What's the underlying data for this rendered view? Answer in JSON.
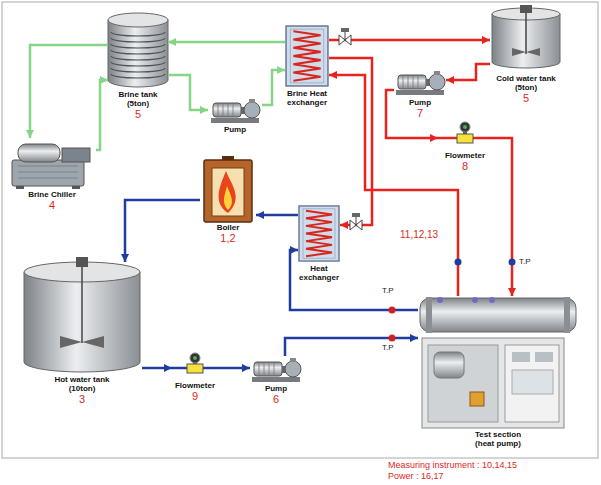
{
  "diagram": {
    "nodes": [
      {
        "text": [
          "Brine tank (5ton)",
          "5"
        ]
      },
      {
        "text": [
          "Brine Chiller",
          "4"
        ]
      },
      {
        "text": [
          "Pump"
        ]
      },
      {
        "text": [
          "Brine Heat exchanger"
        ]
      },
      {
        "text": [
          "Cold water tank (5ton)",
          "5"
        ]
      },
      {
        "text": [
          "Pump",
          "7"
        ]
      },
      {
        "text": [
          "Flowmeter",
          "8"
        ]
      },
      {
        "text": [
          "Boiler",
          "1,2"
        ]
      },
      {
        "text": [
          "Heat exchanger"
        ]
      },
      {
        "text": [
          "Hot water tank (10ton)",
          "3"
        ]
      },
      {
        "text": [
          "Flowmeter",
          "9"
        ]
      },
      {
        "text": [
          "Pump",
          "6"
        ]
      },
      {
        "text": [
          "Test section (heat pump)"
        ]
      }
    ],
    "edges": [
      {
        "from": 1,
        "to": 0,
        "arrow": "to"
      },
      {
        "from": 0,
        "to": 2,
        "arrow": "to"
      },
      {
        "from": 2,
        "to": 3,
        "arrow": "to"
      },
      {
        "from": 3,
        "to": 0,
        "arrow": "to"
      },
      {
        "from": 0,
        "to": 1,
        "arrow": "to"
      },
      {
        "from": 4,
        "to": 5,
        "arrow": "to"
      },
      {
        "from": 5,
        "to": 6,
        "arrow": "to"
      },
      {
        "from": 6,
        "to": 12,
        "arrow": "to"
      },
      {
        "from": 12,
        "to": 3,
        "arrow": "to"
      },
      {
        "from": 3,
        "to": 4,
        "arrow": "to"
      },
      {
        "from": 3,
        "to": 8,
        "arrow": "to"
      },
      {
        "from": 9,
        "to": 10,
        "arrow": "to"
      },
      {
        "from": 10,
        "to": 11,
        "arrow": "to"
      },
      {
        "from": 11,
        "to": 12,
        "arrow": "to"
      },
      {
        "from": 12,
        "to": 8,
        "arrow": "to"
      },
      {
        "from": 8,
        "to": 7,
        "arrow": "to"
      },
      {
        "from": 7,
        "to": 9,
        "arrow": "to"
      }
    ],
    "labels": [
      "11,12,13",
      "T.P",
      "T.P",
      "T.P",
      "Measuring instrument : 10,14,15",
      "Power : 16,17"
    ]
  }
}
